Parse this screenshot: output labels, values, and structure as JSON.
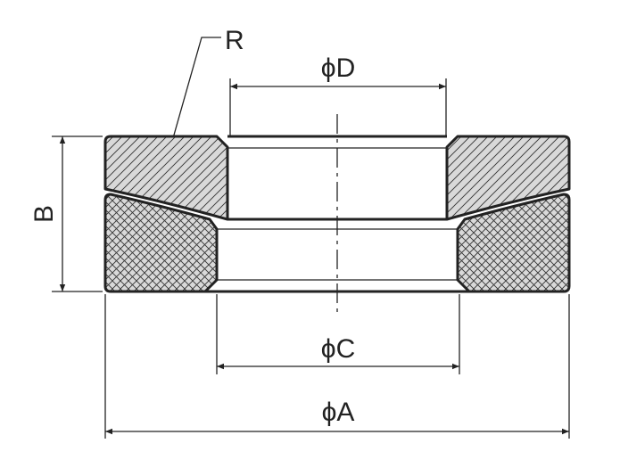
{
  "labels": {
    "radius": "R",
    "dim_d": "ϕD",
    "dim_c": "ϕC",
    "dim_a": "ϕA",
    "dim_b": "B"
  },
  "colors": {
    "line": "#222222",
    "fill": "#d9d9d9"
  }
}
